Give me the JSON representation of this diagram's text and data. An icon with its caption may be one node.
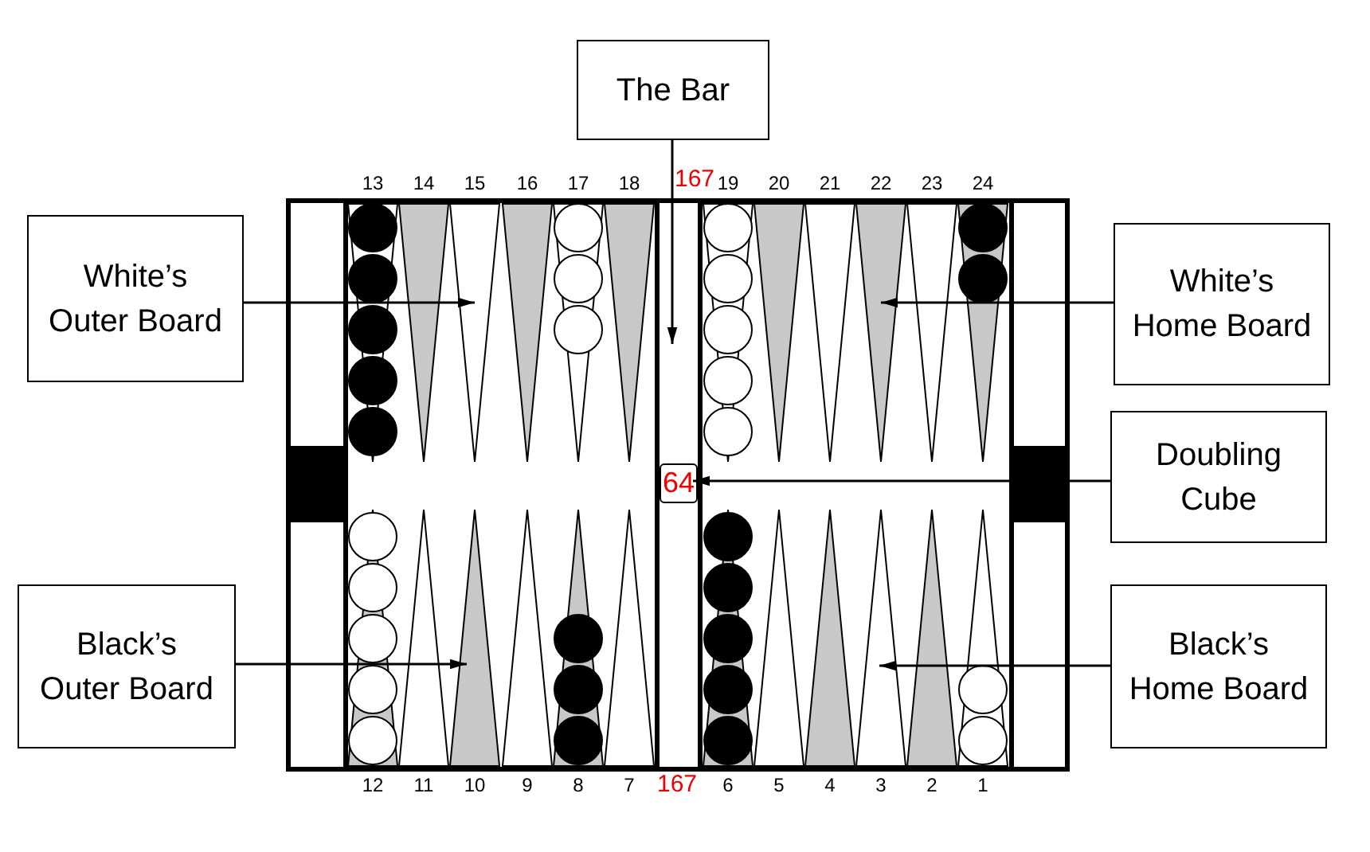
{
  "diagram": {
    "nodes": [
      {
        "text": [
          "The Bar"
        ]
      },
      {
        "text": [
          "White’s Outer Board"
        ]
      },
      {
        "text": [
          "White’s Home Board"
        ]
      },
      {
        "text": [
          "Doubling Cube"
        ]
      },
      {
        "text": [
          "Black’s Outer Board"
        ]
      },
      {
        "text": [
          "Black’s Home Board"
        ]
      },
      {
        "text": [],
        "shape": "bar"
      },
      {
        "text": [
          "64"
        ],
        "in": 6
      }
    ],
    "edges": [
      {
        "from": 0,
        "to": 6,
        "arrow": "to"
      },
      {
        "from": 1,
        "to": null,
        "arrow": "to"
      },
      {
        "from": 2,
        "to": null,
        "arrow": "to"
      },
      {
        "from": 3,
        "to": 7,
        "arrow": "to"
      },
      {
        "from": 4,
        "to": null,
        "arrow": "to"
      },
      {
        "from": 5,
        "to": null,
        "arrow": "to"
      }
    ],
    "labels": [
      "13",
      "14",
      "15",
      "16",
      "17",
      "18",
      "167",
      "19",
      "20",
      "21",
      "22",
      "23",
      "24",
      "12",
      "11",
      "10",
      "9",
      "8",
      "7",
      "167",
      "6",
      "5",
      "4",
      "3",
      "2",
      "1"
    ]
  }
}
